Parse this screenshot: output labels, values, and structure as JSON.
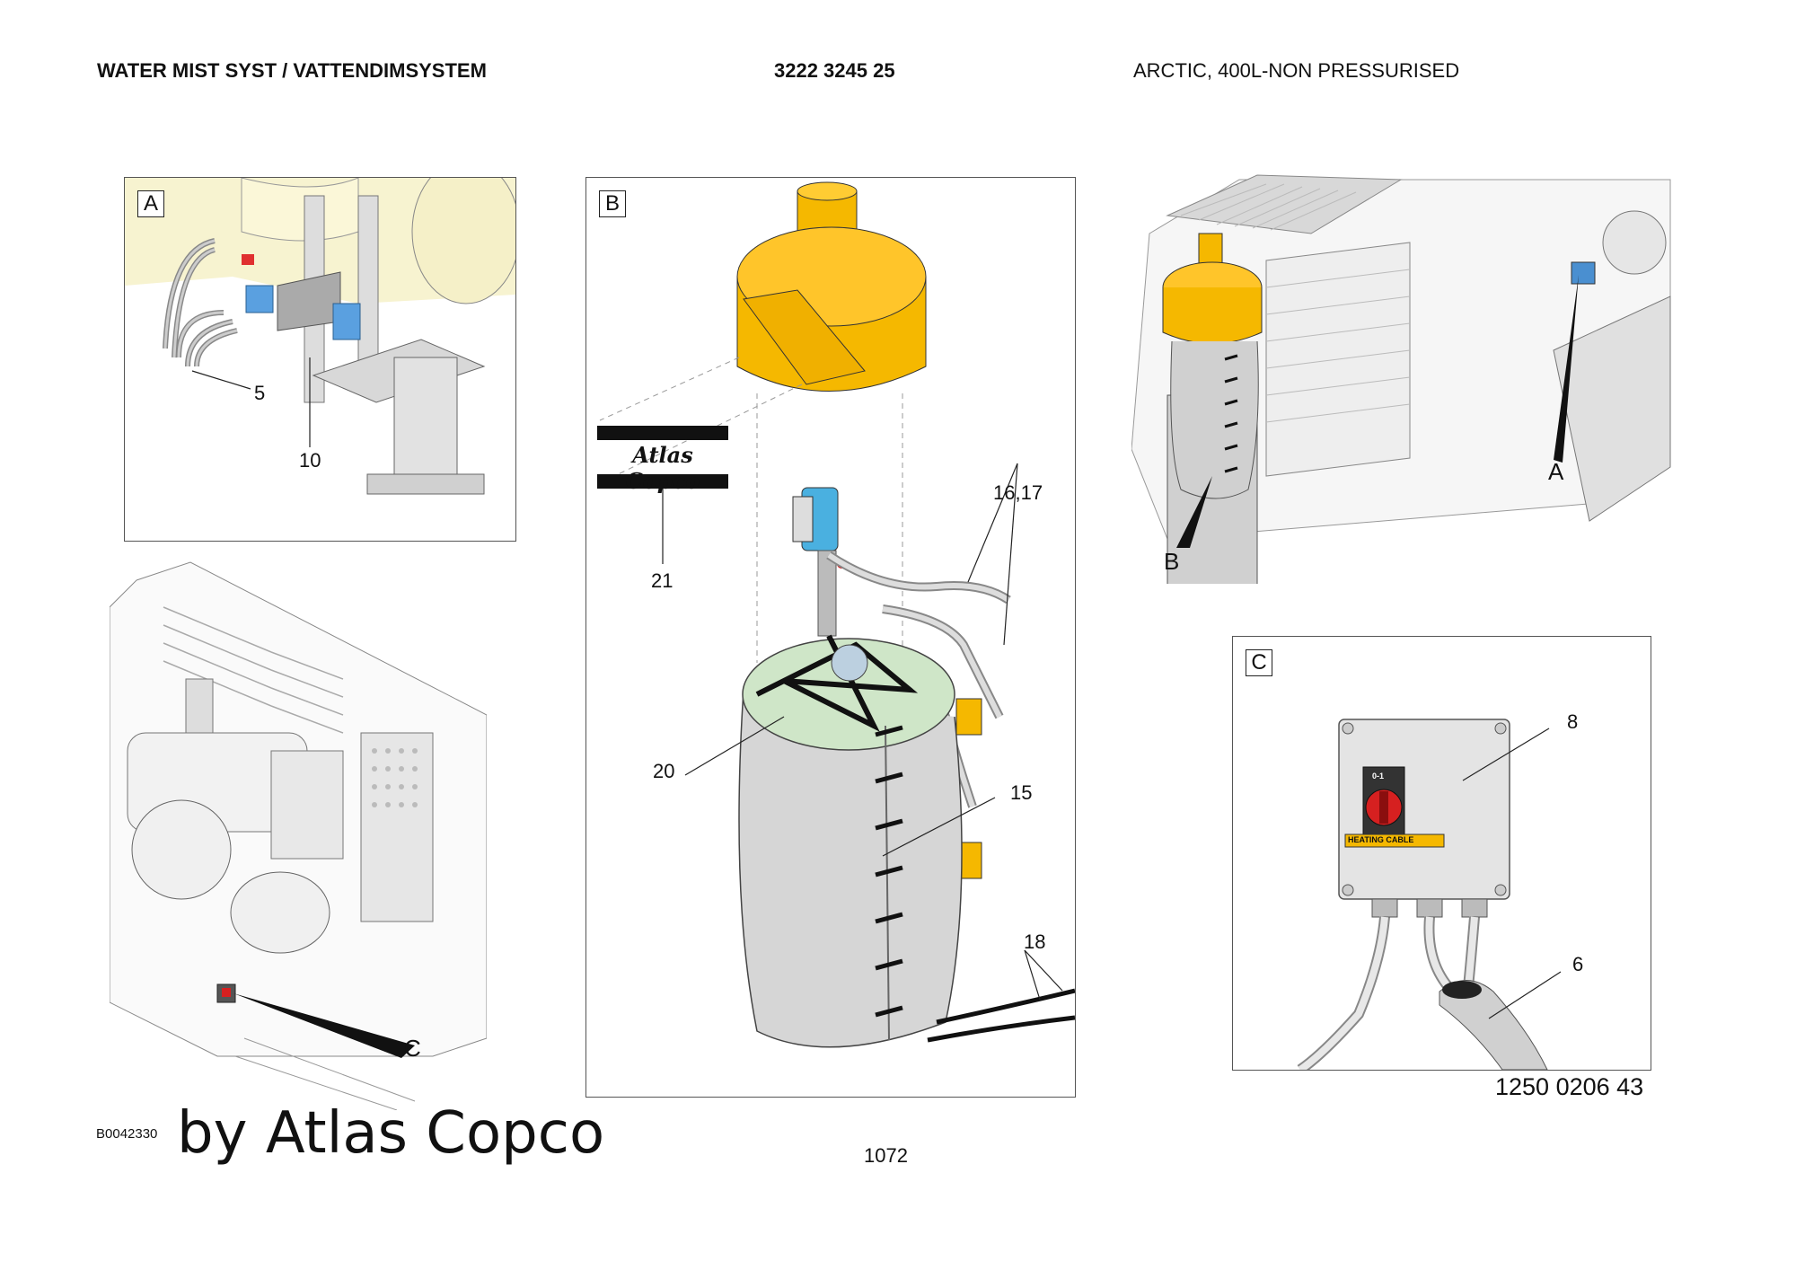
{
  "header": {
    "title": "WATER MIST SYST / VATTENDIMSYSTEM",
    "part_number": "3222 3245 25",
    "description": "ARCTIC, 400L-NON PRESSURISED"
  },
  "panels": {
    "a": {
      "tag": "A",
      "callouts": [
        "5",
        "10"
      ]
    },
    "b": {
      "tag": "B",
      "callouts": [
        "21",
        "16,17",
        "20",
        "15",
        "18"
      ],
      "logo_text": "Atlas Copco"
    },
    "c": {
      "tag": "C",
      "callouts": [
        "8",
        "6"
      ],
      "switch_label": "HEATING CABLE",
      "switch_pos": "0-1"
    }
  },
  "overview_labels": {
    "a": "A",
    "b": "B",
    "c": "C"
  },
  "footer": {
    "figure_id": "B0042330",
    "watermark": "by Atlas Copco",
    "page_number": "1072",
    "drawing_number": "1250 0206 43"
  },
  "colors": {
    "yellow": "#f5b800",
    "gray": "#c8c8c8",
    "blue": "#4a8fd0",
    "red": "#d62020"
  }
}
